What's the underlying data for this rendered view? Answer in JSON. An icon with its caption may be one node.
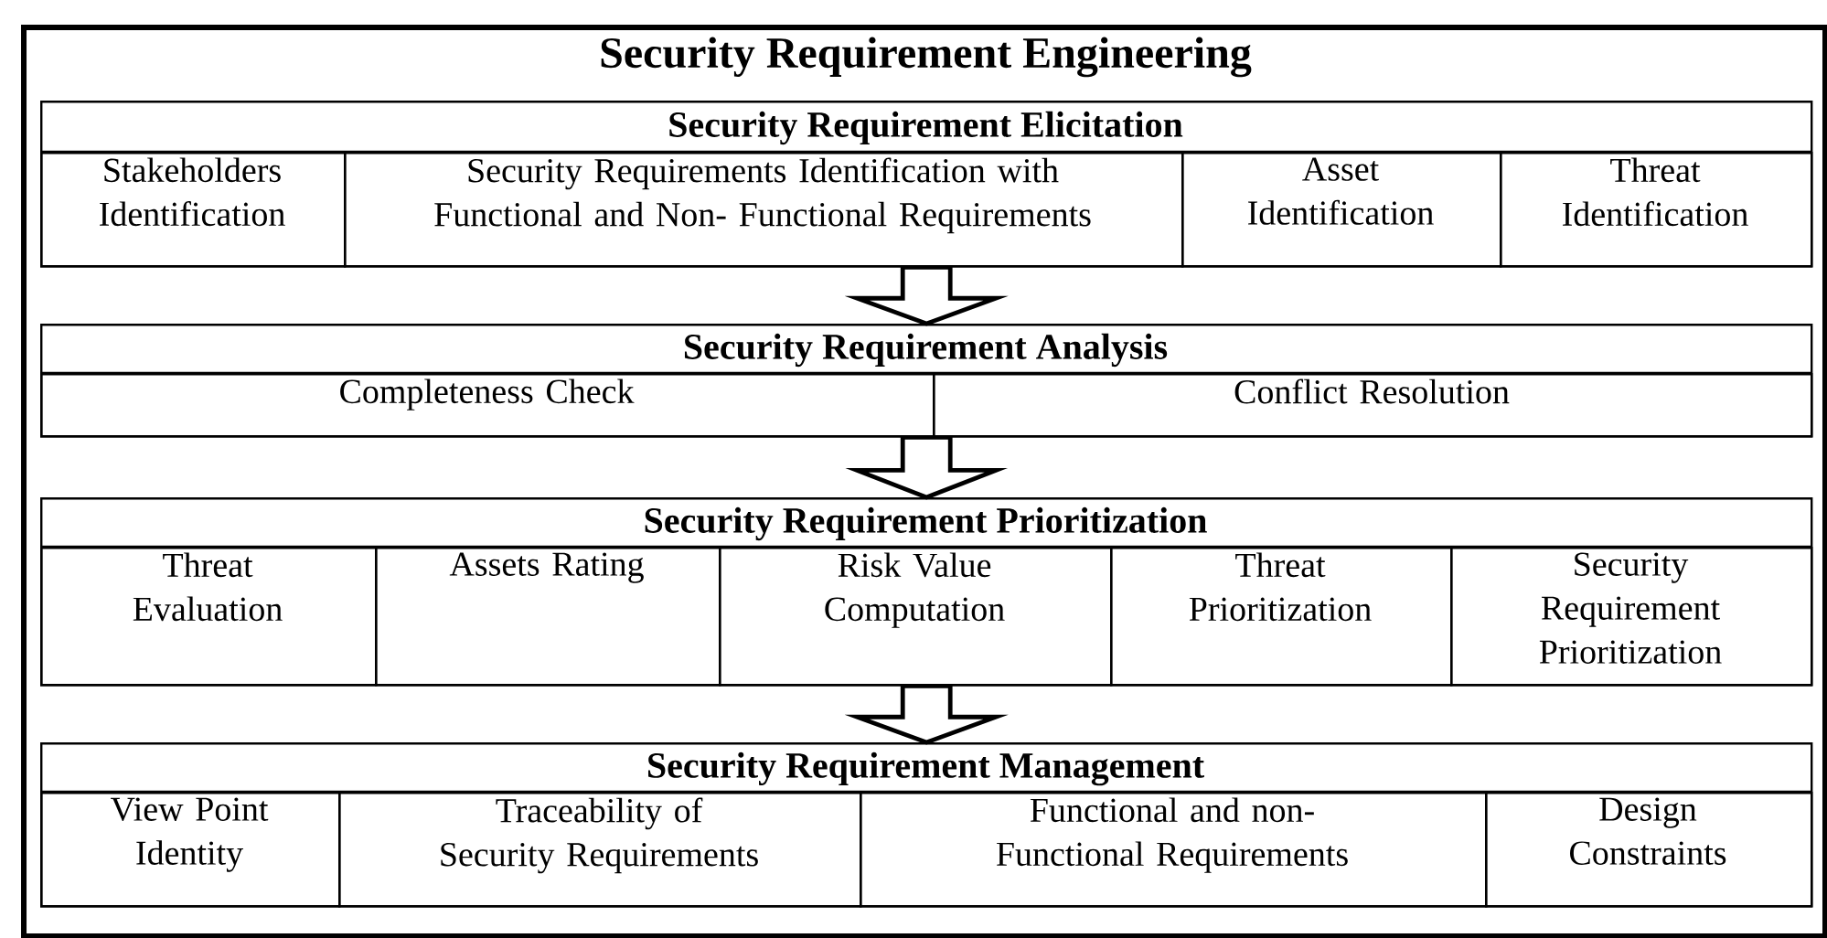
{
  "diagram": {
    "nodes": [
      {
        "text": [
          "Security Requirement Engineering"
        ]
      },
      {
        "text": [
          "Security Requirement Elicitation"
        ],
        "in": 0
      },
      {
        "text": [
          "Stakeholders Identification"
        ],
        "in": 1
      },
      {
        "text": [
          "Security Requirements Identification with Functional and Non- Functional Requirements"
        ],
        "in": 1
      },
      {
        "text": [
          "Asset Identification"
        ],
        "in": 1
      },
      {
        "text": [
          "Threat Identification"
        ],
        "in": 1
      },
      {
        "text": [
          "Security Requirement Analysis"
        ],
        "in": 0
      },
      {
        "text": [
          "Completeness Check"
        ],
        "in": 6
      },
      {
        "text": [
          "Conflict Resolution"
        ],
        "in": 6
      },
      {
        "text": [
          "Security Requirement Prioritization"
        ],
        "in": 0
      },
      {
        "text": [
          "Threat Evaluation"
        ],
        "in": 9
      },
      {
        "text": [
          "Assets Rating"
        ],
        "in": 9
      },
      {
        "text": [
          "Risk Value Computation"
        ],
        "in": 9
      },
      {
        "text": [
          "Threat Prioritization"
        ],
        "in": 9
      },
      {
        "text": [
          "Security Requirement Prioritization"
        ],
        "in": 9
      },
      {
        "text": [
          "Security Requirement Management"
        ],
        "in": 0
      },
      {
        "text": [
          "View Point Identity"
        ],
        "in": 15
      },
      {
        "text": [
          "Traceability of Security Requirements"
        ],
        "in": 15
      },
      {
        "text": [
          "Functional and non- Functional Requirements"
        ],
        "in": 15
      },
      {
        "text": [
          "Design Constraints"
        ],
        "in": 15
      }
    ],
    "edges": [
      {
        "from": 1,
        "to": 6,
        "arrow": "to"
      },
      {
        "from": 6,
        "to": 9,
        "arrow": "to"
      },
      {
        "from": 9,
        "to": 15,
        "arrow": "to"
      }
    ]
  }
}
